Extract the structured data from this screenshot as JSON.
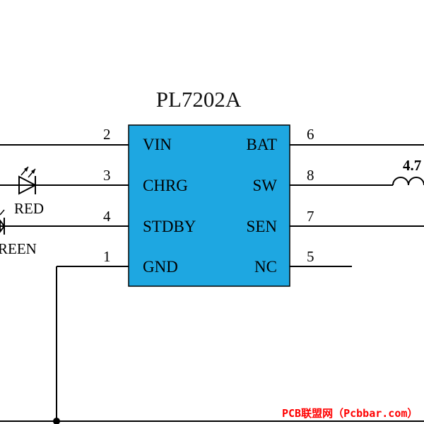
{
  "chip": {
    "name": "PL7202A",
    "fill": "#1ea7e1",
    "left_pins": [
      {
        "num": "2",
        "label": "VIN"
      },
      {
        "num": "3",
        "label": "CHRG"
      },
      {
        "num": "4",
        "label": "STDBY"
      },
      {
        "num": "1",
        "label": "GND"
      }
    ],
    "right_pins": [
      {
        "num": "6",
        "label": "BAT"
      },
      {
        "num": "8",
        "label": "SW"
      },
      {
        "num": "7",
        "label": "SEN"
      },
      {
        "num": "5",
        "label": "NC"
      }
    ]
  },
  "components": {
    "red_led_label": "RED",
    "green_led_label": "REEN",
    "inductor_value": "4.7"
  },
  "watermark": {
    "text": "PCB联盟网（Pcbbar.com）",
    "color": "#ff0000"
  }
}
